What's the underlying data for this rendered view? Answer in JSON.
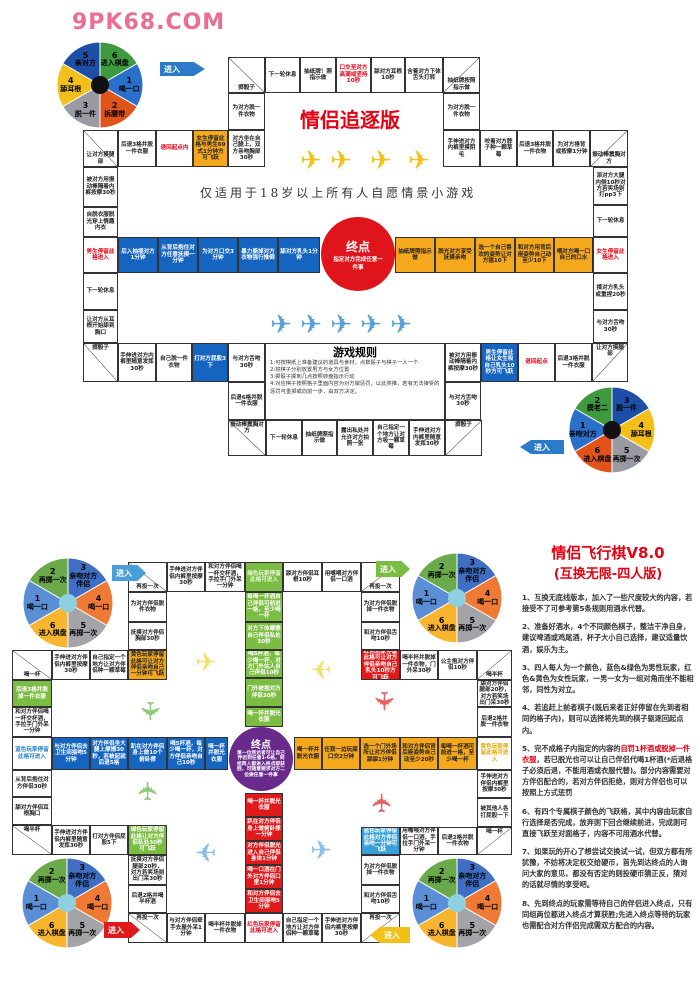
{
  "watermark": "9PK68.COM",
  "top_board": {
    "title": "情侣追逐版",
    "subtitle": "仅适用于18岁以上所有人自愿情景小游戏",
    "finish": {
      "label": "终点",
      "text": "指定对方完成任意一件事"
    },
    "rules": {
      "title": "游戏规则",
      "items": [
        "1:可按棋纸上准备建议的道具与食材，点数骰子与棋子一人一个",
        "2:将棋子分别放置男方与女方位置",
        "3:掷骰子掷到几点按照转盘指示行动",
        "4:对应棋子按照格子里面内容为对方做惩罚，以此类推，若有无法接受的惩罚可重掷或向前一步，由双方决定。"
      ]
    },
    "entry_label": "进入",
    "cells": [
      {
        "text": "掷骰子",
        "style": "d1"
      },
      {
        "text": "下一轮休息",
        "style": "plain"
      },
      {
        "text": "抽纸牌！照指示做",
        "style": "plain"
      },
      {
        "text": "口交至对方高潮或坚持10秒",
        "style": "redtext"
      },
      {
        "text": "舔对方耳根10秒",
        "style": "plain"
      },
      {
        "text": "含着对方下体舌头打转",
        "style": "plain"
      },
      {
        "text": "抽纸牌按照指示做",
        "style": "d2"
      },
      {
        "text": "为对方脱一件衣物",
        "style": "plain"
      },
      {
        "text": "为对方脱一件衣物",
        "style": "plain"
      },
      {
        "text": "让对方摸腿部",
        "style": "d1"
      },
      {
        "text": "后退3格并脱一件衣服",
        "style": "plain"
      },
      {
        "text": "退回起点内",
        "style": "redtext"
      },
      {
        "text": "女生停留此格与男生69式1分钟方可飞跃",
        "style": "orange"
      },
      {
        "text": "对方坐在自己腿上，双方亲吻胸部30秒",
        "style": "plain"
      },
      {
        "text": "手伸进对方内裤里摸阴毛",
        "style": "plain"
      },
      {
        "text": "咬着对方脖子种一颗草莓",
        "style": "plain"
      },
      {
        "text": "后退3格并脱一件衣物",
        "style": "plain"
      },
      {
        "text": "为对方捶背或按摩1分钟",
        "style": "plain"
      },
      {
        "text": "振动棒震胸对方",
        "style": "d2"
      },
      {
        "text": "被对方用振动棒隔着内裤按摩30秒",
        "style": "plain"
      },
      {
        "text": "自脱衣服脱光穿上情趣内衣",
        "style": "plain"
      },
      {
        "text": "男生停留此格进入",
        "style": "redtext"
      },
      {
        "text": "下一轮休息",
        "style": "plain"
      },
      {
        "text": "让对方从耳根开始舔到胸口",
        "style": "plain"
      },
      {
        "text": "掷骰子",
        "style": "d3"
      },
      {
        "text": "后入抽插对方1分钟",
        "style": "blue"
      },
      {
        "text": "从背后抱住对方任意抚摸一分钟",
        "style": "blue"
      },
      {
        "text": "为对方口交3分钟",
        "style": "blue"
      },
      {
        "text": "暴力撕掉对方衣物强行推倒",
        "style": "blue"
      },
      {
        "text": "舔对方乳头1分钟",
        "style": "blue"
      },
      {
        "text": "抽纸牌照指示做",
        "style": "orange"
      },
      {
        "text": "脱光对方享受抚摸亲吻",
        "style": "orange"
      },
      {
        "text": "选一个自己喜欢的姿势让对方插10下",
        "style": "orange"
      },
      {
        "text": "和对方用背后座姿势自己动至少10下",
        "style": "orange"
      },
      {
        "text": "喂对方喝一口自己的口水",
        "style": "orange"
      },
      {
        "text": "女生停留此格进入",
        "style": "redtext"
      },
      {
        "text": "添对方大腿内侧10秒对方若笑场则打pp3下",
        "style": "plain"
      },
      {
        "text": "下一轮休息",
        "style": "plain"
      },
      {
        "text": "揉对方乳头或重捏20秒",
        "style": "plain"
      },
      {
        "text": "与对方舌吻30秒",
        "style": "plain"
      },
      {
        "text": "让对方摸腿部",
        "style": "d4"
      },
      {
        "text": "手伸进对方内裤里随意发挥30秒",
        "style": "plain"
      },
      {
        "text": "自己脱一件衣物",
        "style": "plain"
      },
      {
        "text": "打对方屁股3下",
        "style": "blue"
      },
      {
        "text": "与对方舌吻30秒",
        "style": "plain"
      },
      {
        "text": "后退6格并脱一件衣服",
        "style": "plain"
      },
      {
        "text": "振动棒震胸对方",
        "style": "d3"
      },
      {
        "text": "下一轮休息",
        "style": "plain"
      },
      {
        "text": "抽纸牌照指示做",
        "style": "plain"
      },
      {
        "text": "露出私处并允许对方拍照一张",
        "style": "plain"
      },
      {
        "text": "自己指定一个地方让对方吸一颗草莓",
        "style": "plain"
      },
      {
        "text": "手伸进对方内裤里随意发挥30秒",
        "style": "plain"
      },
      {
        "text": "掷骰子",
        "style": "d4"
      },
      {
        "text": "被对方用振动棒隔着内裤按摩30秒",
        "style": "plain"
      },
      {
        "text": "男生停留此格让女生吸自己乳头10秒方可飞跃",
        "style": "blue"
      },
      {
        "text": "退回起点",
        "style": "redtext"
      },
      {
        "text": "后退3格并脱一件衣服",
        "style": "plain"
      },
      {
        "text": "与对方舌吻30秒",
        "style": "plain"
      }
    ],
    "dice": [
      {
        "segments": [
          {
            "num": "6",
            "label": "进入棋盘",
            "color": "#3f9a3f"
          },
          {
            "num": "1",
            "label": "喝一口",
            "color": "#2a6fc9"
          },
          {
            "num": "2",
            "label": "拆腰带",
            "color": "#e0541c"
          },
          {
            "num": "3",
            "label": "脱一件",
            "color": "#9a9aa3"
          },
          {
            "num": "4",
            "label": "舔耳根",
            "color": "#f2c018"
          },
          {
            "num": "5",
            "label": "亲对方",
            "color": "#1d4fa8"
          }
        ]
      },
      {
        "segments": [
          {
            "num": "2",
            "label": "摸老二",
            "color": "#3f9a3f"
          },
          {
            "num": "3",
            "label": "脱一件",
            "color": "#1d4fa8"
          },
          {
            "num": "4",
            "label": "舔耳根",
            "color": "#f2c018"
          },
          {
            "num": "5",
            "label": "再掷一次",
            "color": "#9a9aa3"
          },
          {
            "num": "6",
            "label": "进入棋盘",
            "color": "#e0541c"
          },
          {
            "num": "1",
            "label": "亲吻对方",
            "color": "#2a6fc9"
          }
        ]
      }
    ]
  },
  "bottom_board": {
    "finish": {
      "label": "终点",
      "text": "第一位到达者可让自己伴侣到任意1-6格，同组两人都进入终点即获胜，可随意要求对方二位做任意一件事"
    },
    "entry_label": "进入",
    "cells": [
      {
        "text": "再投一次",
        "style": "d1"
      },
      {
        "text": "手伸进对方伴侣内裤里按摩30秒",
        "style": "plain"
      },
      {
        "text": "和对方伴侣喝一杯交杯酒，手拉手门外呆一分钟",
        "style": "plain"
      },
      {
        "text": "绿色玩家停留此格可进入",
        "style": "greentext"
      },
      {
        "text": "舔对方伴侣耳根10秒",
        "style": "plain"
      },
      {
        "text": "用嘴喂对方伴侣一口酒",
        "style": "plain"
      },
      {
        "text": "再投一次",
        "style": "d2"
      },
      {
        "text": "为对方伴侣脱件衣物",
        "style": "plain"
      },
      {
        "text": "抚摸对方伴侣胸部30秒",
        "style": "plain"
      },
      {
        "text": "喝一杯",
        "style": "d1"
      },
      {
        "text": "手伸进对方伴侣内裤里按摩30秒",
        "style": "plain"
      },
      {
        "text": "自己指定一个地方让对方伴侣种一颗草莓",
        "style": "plain"
      },
      {
        "text": "黄色玩家停留此格可让对方伴侣亲吻自己一分钟可飞跃",
        "style": "orange"
      },
      {
        "text": "后退3格并脱掉一件衣服",
        "style": "green"
      },
      {
        "text": "和对方伴侣喝一杯交杯酒，手拉手门外呆一分钟",
        "style": "plain"
      },
      {
        "text": "蓝色玩家停留此格可进入",
        "style": "bluetext"
      },
      {
        "text": "与对方伴侣去卫生间接吻5分钟",
        "style": "blue"
      },
      {
        "text": "对方伴侣坐大腿上摩擦30秒，若被起就后退5格",
        "style": "blue"
      },
      {
        "text": "趴在对方伴侣身上做10个俯卧撑",
        "style": "blue"
      },
      {
        "text": "喝5杯酒，每少喝一杯，对方伴侣亲吻自己10秒",
        "style": "blue"
      },
      {
        "text": "喝一杯并脱光衣服",
        "style": "blue"
      },
      {
        "text": "每喝一杯酒自己伴侣可前进一格，至少喝一杯",
        "style": "green"
      },
      {
        "text": "对方下体摩擦自己伴侣私处30秒",
        "style": "green"
      },
      {
        "text": "喝5杯酒，每少喝一杯，对方门外站人自己伴侣10秒",
        "style": "green"
      },
      {
        "text": "门外被抱对方伴侣30秒",
        "style": "green"
      },
      {
        "text": "喝一杯并脱光衣服",
        "style": "green"
      },
      {
        "text": "喝一杯并脱光衣服",
        "style": "red"
      },
      {
        "text": "趴在对方伴侣身上做俯卧撑一分钟",
        "style": "red"
      },
      {
        "text": "对方伴侣脱光进入自己伴侣身体1分钟",
        "style": "red"
      },
      {
        "text": "喝一口酒在门外对方伴侣口里1分钟",
        "style": "red"
      },
      {
        "text": "和对方伴侣去卫生间接吻5分钟",
        "style": "red"
      },
      {
        "text": "喝一杯并脱光衣服",
        "style": "orange"
      },
      {
        "text": "任我一边玩屎口交2分钟",
        "style": "orange"
      },
      {
        "text": "选一个门外场所让对方伴侣舔舔1分钟",
        "style": "orange"
      },
      {
        "text": "和对方伴侣背后座姿势自己动至少20秒",
        "style": "orange"
      },
      {
        "text": "每喝一杯酒可前进一格，至少喝一杯",
        "style": "orange"
      },
      {
        "text": "黄色玩家停留此格可进入",
        "style": "yellowtext"
      },
      {
        "text": "为对方伴侣脱掉一件衣物",
        "style": "plain"
      },
      {
        "text": "和对方伴侣舌吻10秒",
        "style": "plain"
      },
      {
        "text": "红色玩家停留此格可让对方伴侣亲吻自己乳头10秒方可飞跃",
        "style": "red"
      },
      {
        "text": "喝半杯并脱掉一件衣物，门外呆30秒",
        "style": "plain"
      },
      {
        "text": "公主抱对方伴侣10秒",
        "style": "plain"
      },
      {
        "text": "喝半杯",
        "style": "d2"
      },
      {
        "text": "舔对方伴侣腿部20秒，对方若笑场出门呆30秒",
        "style": "plain"
      },
      {
        "text": "后退2格并脱一件衣物",
        "style": "plain"
      },
      {
        "text": "从背后抱住对方伴侣30秒",
        "style": "plain"
      },
      {
        "text": "舔对方伴侣耳根胸口",
        "style": "plain"
      },
      {
        "text": "喝半杯",
        "style": "d3"
      },
      {
        "text": "手伸进对方伴侣内裤里随意发挥30秒",
        "style": "plain"
      },
      {
        "text": "打对方伴侣屁股5下",
        "style": "plain"
      },
      {
        "text": "绿色玩家停留此格让对方伴侣私处30秒可飞跃",
        "style": "green"
      },
      {
        "text": "抚摸对方伴侣腿部20秒，对方若笑场则出门呆30秒",
        "style": "plain"
      },
      {
        "text": "后退2格并喝半杯酒",
        "style": "plain"
      },
      {
        "text": "再投一次",
        "style": "d3"
      },
      {
        "text": "与对方伴侣牵手去屋外呆1分钟",
        "style": "plain"
      },
      {
        "text": "喝半杯并脱掉一件衣物",
        "style": "plain"
      },
      {
        "text": "红色玩家停留此格可进入",
        "style": "redtext"
      },
      {
        "text": "自己指定一个地方让对方伴侣种一颗草莓",
        "style": "plain"
      },
      {
        "text": "手伸进对方伴侣内裤里按摩30秒",
        "style": "plain"
      },
      {
        "text": "再投一次",
        "style": "d4"
      },
      {
        "text": "蓝色玩家停留此格对方伴侣亲吻一分钟可飞跃",
        "style": "teal"
      },
      {
        "text": "为对方伴侣脱掉一件衣物",
        "style": "plain"
      },
      {
        "text": "和对方伴侣舌吻10秒",
        "style": "plain"
      },
      {
        "text": "用嘴喂对方伴侣一口酒，手拉手门外呆一分钟",
        "style": "plain"
      },
      {
        "text": "后退2格并脱一件衣物",
        "style": "plain"
      },
      {
        "text": "喝一杯",
        "style": "d4"
      },
      {
        "text": "手伸进对方伴侣内裤里按摩30秒",
        "style": "plain"
      },
      {
        "text": "被其他人各打屁股一下",
        "style": "plain"
      }
    ],
    "dice_segments": [
      {
        "num": "2",
        "label": "再掷一次",
        "color": "#6aaa4a"
      },
      {
        "num": "3",
        "label": "亲吻对方伴侣",
        "color": "#3e6fc4"
      },
      {
        "num": "4",
        "label": "喝一口",
        "color": "#ee7a35"
      },
      {
        "num": "5",
        "label": "再掷一次",
        "color": "#a3a3a8"
      },
      {
        "num": "6",
        "label": "进入棋盘",
        "color": "#f8b630"
      },
      {
        "num": "1",
        "label": "喝一口",
        "color": "#5a8fd6"
      }
    ]
  },
  "panel": {
    "title": "情侣飞行棋V8.0",
    "subtitle": "(互换无限-四人版)",
    "rules": [
      {
        "text": "1、互换无底线版本，加入了一些尺度较大的内容，若接受不了可参考第5条规则用酒水代替。"
      },
      {
        "text": "2、准备好酒水，4个不同颜色棋子，整洁干净自身，建议啤酒或鸡尾酒，杯子大小自己选择，建议适量饮酒，娱乐为主。"
      },
      {
        "text": "3、四人每人为一个颜色，蓝色&绿色为男性玩家，红色&黄色为女性玩家，一男一女为一组对角而坐不能相邻，同性为对立。"
      },
      {
        "text": "4、若追赶上前者棋子(既后来者正好停留在先到者相同的格子内)，则可以选择将先到的棋子驱逐回起点内。"
      },
      {
        "text": "5、完不成格子内指定的内容的",
        "highlight": "自罚1杯酒或脱掉一件衣服",
        "rest": "，若已脱光也可以让自己伴侣代喝1杯酒(*后退格子必须后退，不能用酒或衣服代替)。部分内容需要对方伴侣配合的，若对方伴侣拒绝，则对方伴侣也可以按照上方式惩罚"
      },
      {
        "text": "6、有四个专属棋子颜色的飞跃格，其中内容由玩家自行选择是否完成，放弃则下回合继续前进，完成则可直接飞跃至对面格子，内容不可用酒水代替。"
      },
      {
        "text": "7、如果玩的开心了想尝试交换试一试，但双方都有所犹豫，不妨将决定权交给硬币，首先到达终点的人询问大家的意见，都没有否定的则投硬币猜正反，猜对的话就尽情的享受吧。"
      },
      {
        "text": "8、先到终点的玩家需等待自己的伴侣进入终点，只有同组两位都进入终点才算获胜;先进入终点等待的玩家也需配合对方伴侣完成需双方配合的内容。"
      }
    ]
  },
  "colors": {
    "accent_red": "#e60012",
    "blue": "#1565c0",
    "orange": "#f5a81c",
    "green": "#7bbd42",
    "purple": "#6a2a8c"
  }
}
